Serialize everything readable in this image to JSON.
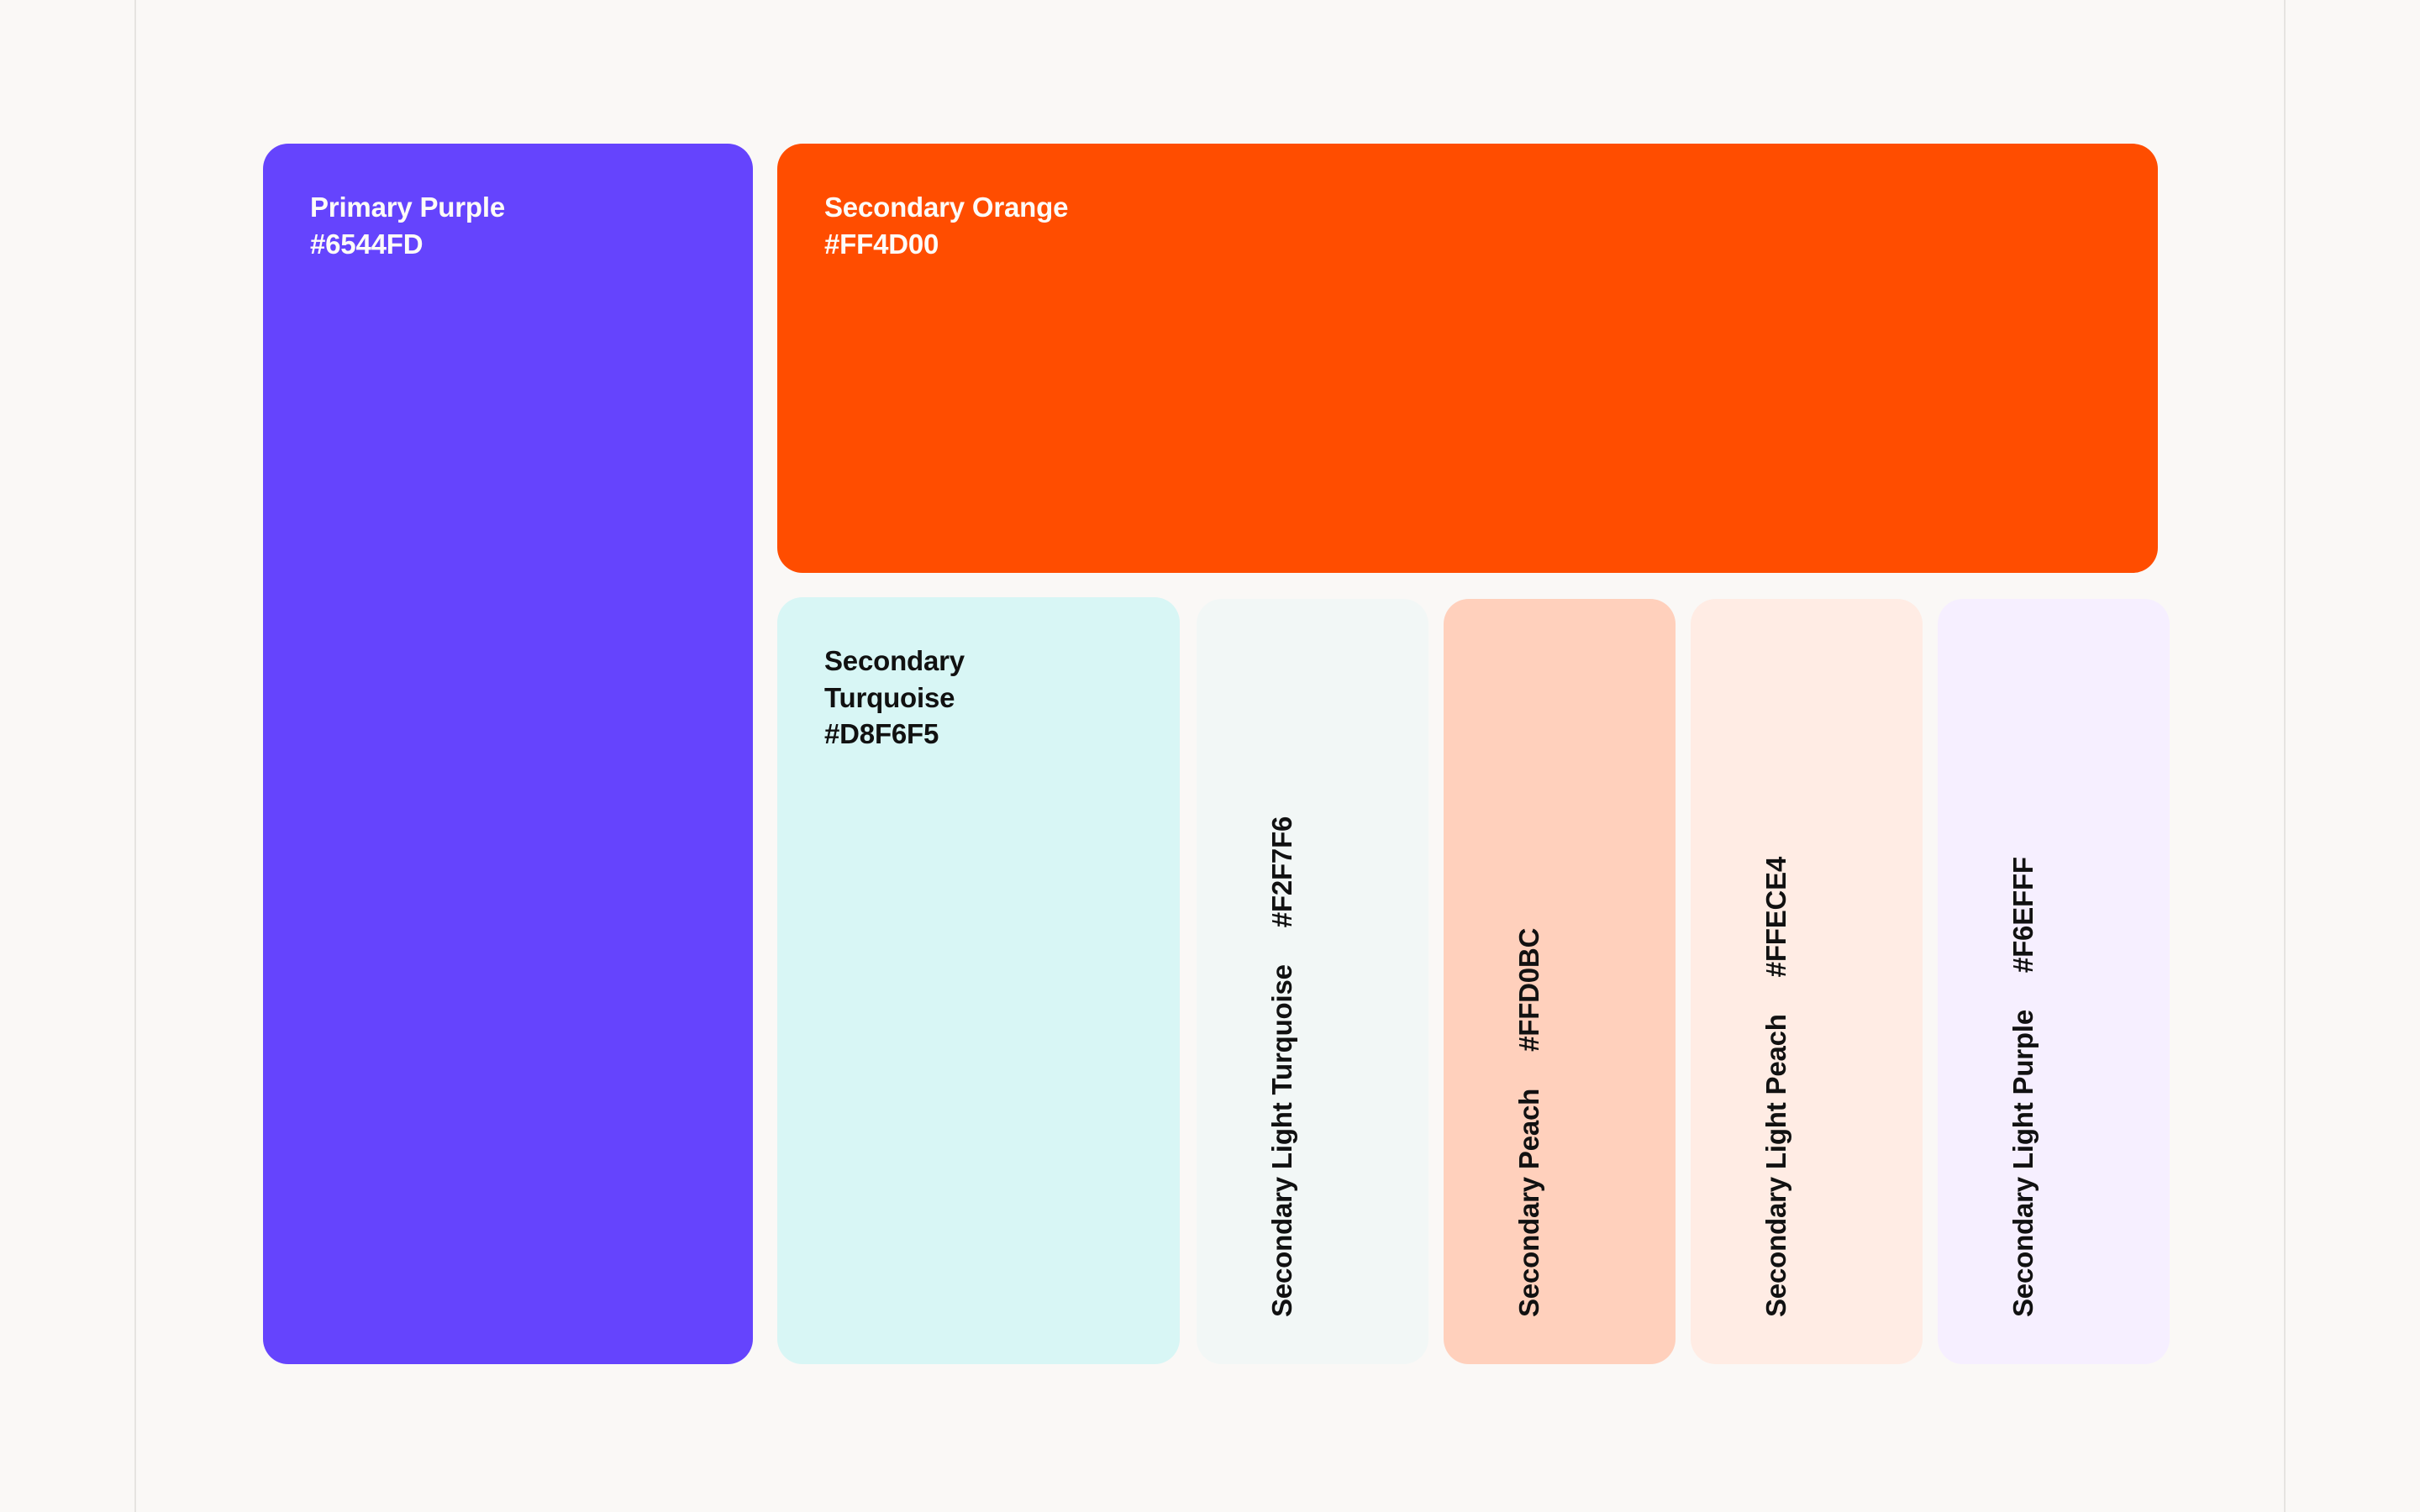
{
  "page": {
    "background": "#FAF8F6",
    "divider_color": "#E6E4E1"
  },
  "palette": {
    "swatches": [
      {
        "id": "primary-purple",
        "name": "Primary Purple",
        "hex": "#6544FD",
        "text_color": "#FDFBF8",
        "orientation": "horizontal"
      },
      {
        "id": "secondary-orange",
        "name": "Secondary Orange",
        "hex": "#FF4D00",
        "text_color": "#FDFBF8",
        "orientation": "horizontal"
      },
      {
        "id": "secondary-turquoise",
        "name": "Secondary\nTurquoise",
        "hex": "#D8F6F5",
        "text_color": "#111111",
        "orientation": "horizontal"
      },
      {
        "id": "secondary-light-turquoise",
        "name": "Secondary Light Turquoise",
        "hex": "#F2F7F6",
        "text_color": "#111111",
        "orientation": "vertical"
      },
      {
        "id": "secondary-peach",
        "name": "Secondary Peach",
        "hex": "#FFD0BC",
        "text_color": "#111111",
        "orientation": "vertical"
      },
      {
        "id": "secondary-light-peach",
        "name": "Secondary Light Peach",
        "hex": "#FFECE4",
        "text_color": "#111111",
        "orientation": "vertical"
      },
      {
        "id": "secondary-light-purple",
        "name": "Secondary Light Purple",
        "hex": "#F6EFFF",
        "text_color": "#111111",
        "orientation": "vertical"
      }
    ]
  }
}
